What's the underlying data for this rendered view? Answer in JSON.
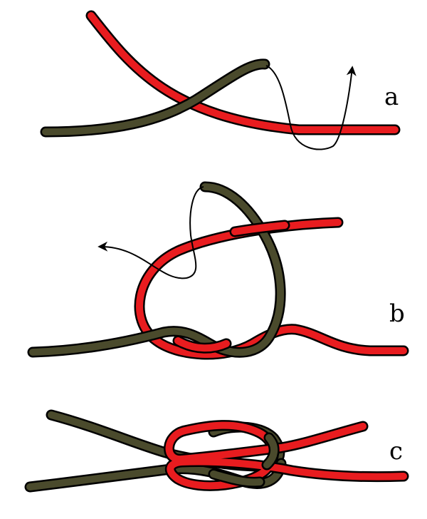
{
  "colors": {
    "background": "#ffffff",
    "outline": "#000000",
    "red_rope": "#e81c1f",
    "olive_rope": "#4a4a2c",
    "guide_line": "#000000"
  },
  "steps": [
    {
      "label": "a"
    },
    {
      "label": "b"
    },
    {
      "label": "c"
    }
  ]
}
